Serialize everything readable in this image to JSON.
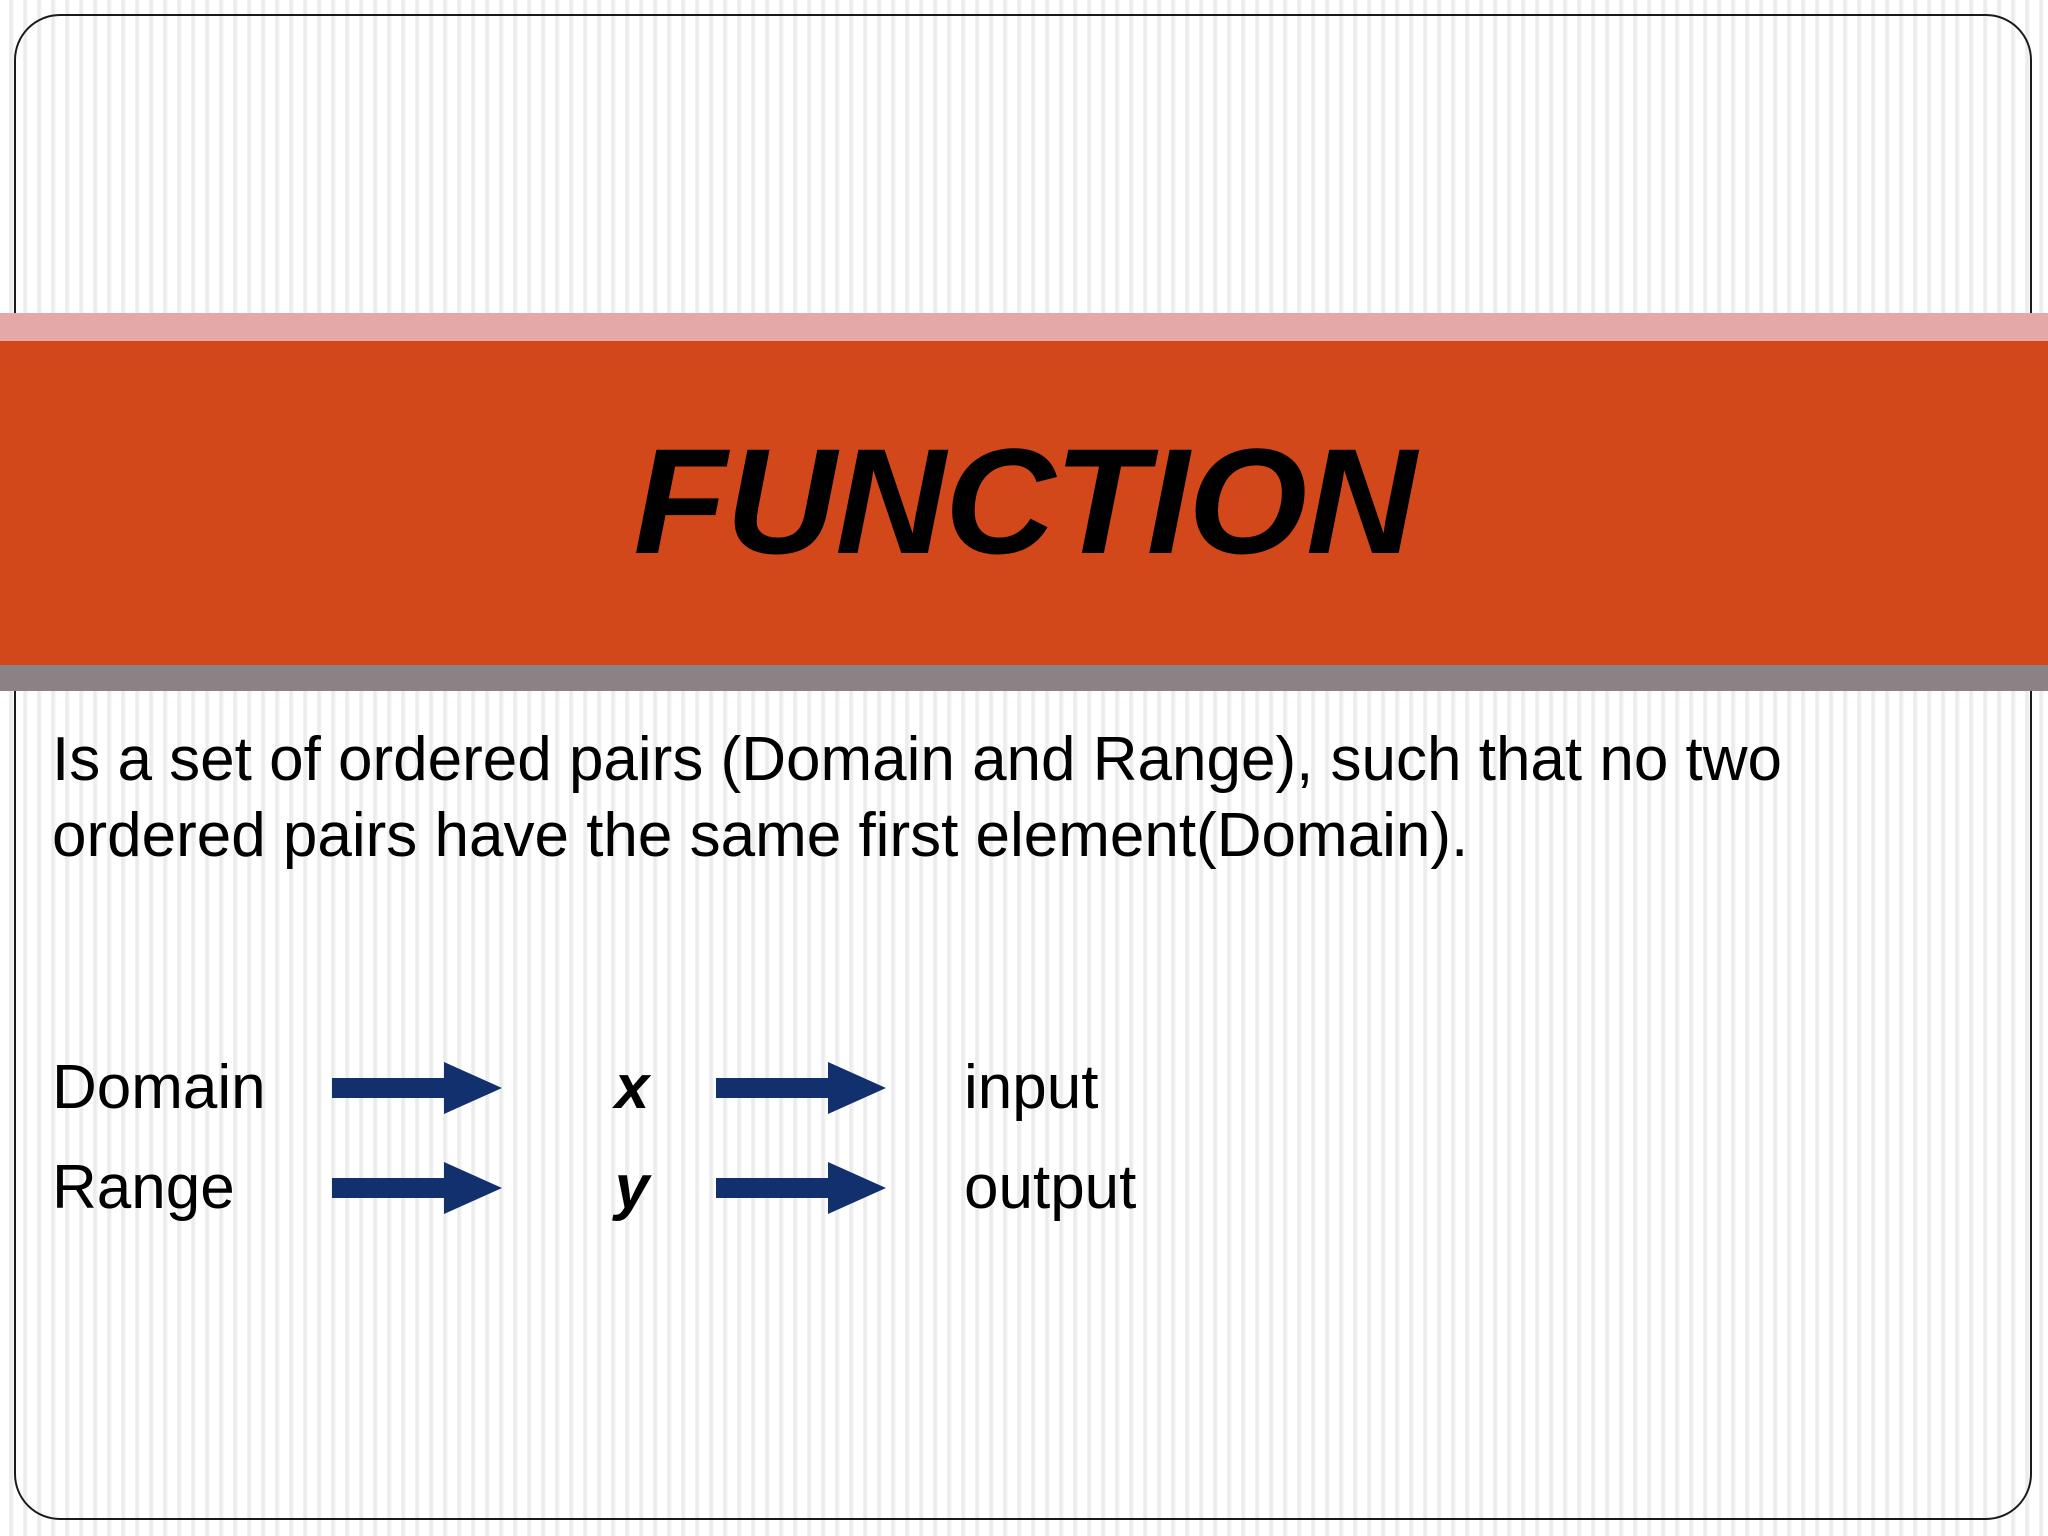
{
  "slide": {
    "title": "FUNCTION",
    "body_text": "Is a set of ordered pairs (Domain and Range), such that no two ordered pairs have the same first element(Domain).",
    "mapping_rows": [
      {
        "source_label": "Domain",
        "arrow_1": "right-arrow-icon",
        "variable": "x",
        "arrow_2": "right-arrow-icon",
        "result_label": "input"
      },
      {
        "source_label": "Range",
        "arrow_1": "right-arrow-icon",
        "variable": "y",
        "arrow_2": "right-arrow-icon",
        "result_label": "output"
      }
    ],
    "colors": {
      "title_band": "#d2481a",
      "accent_band_top": "#e5a8a8",
      "accent_band_bottom": "#8b8286",
      "arrow": "#12306e",
      "text": "#000000",
      "background": "#ffffff",
      "pinstripe": "#eaeaea",
      "frame_border": "#1a1a1a"
    }
  }
}
